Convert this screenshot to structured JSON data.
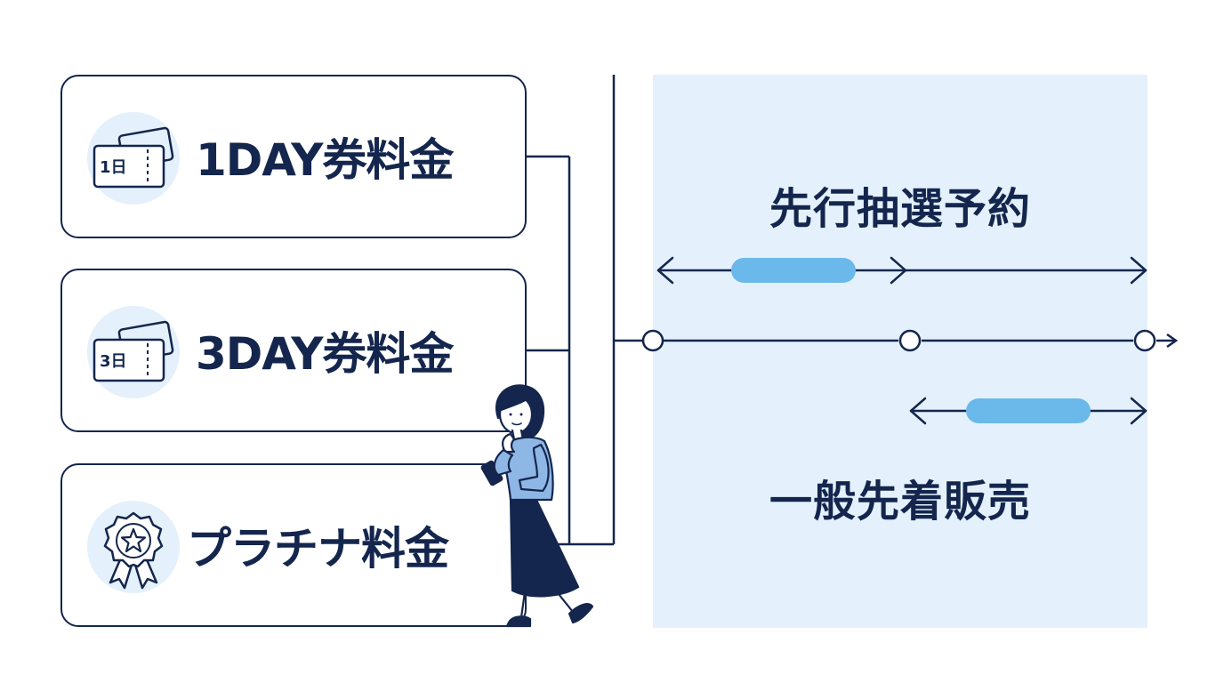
{
  "tickets": [
    {
      "label": "1DAY券料金",
      "icon": "ticket-icon",
      "icon_text": "1日"
    },
    {
      "label": "3DAY券料金",
      "icon": "ticket-icon",
      "icon_text": "3日"
    },
    {
      "label": "プラチナ料金",
      "icon": "award-ribbon-icon"
    }
  ],
  "phases": [
    {
      "label": "先行抽選予約"
    },
    {
      "label": "一般先着販売"
    }
  ],
  "colors": {
    "navy": "#14264d",
    "panel": "#e4f1fc",
    "accent": "#6bb8ea",
    "icon_bg": "#e4f0fb",
    "figure_top": "#8fb7e6",
    "figure_skirt": "#14264d"
  }
}
